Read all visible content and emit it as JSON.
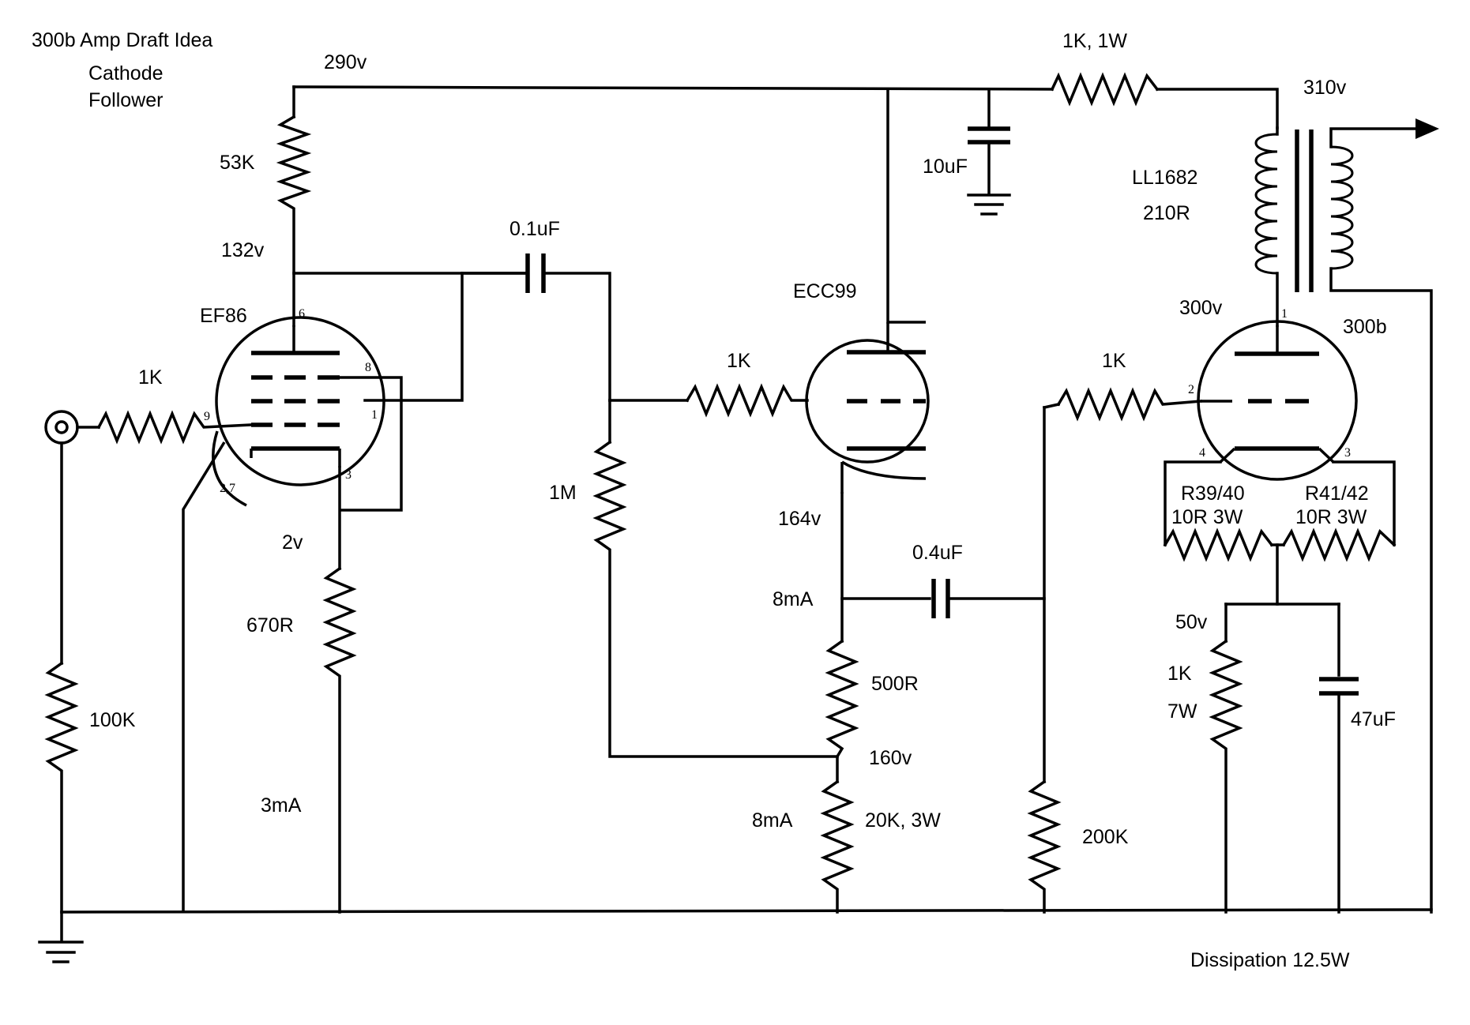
{
  "title_lines": [
    "300b Amp Draft Idea",
    "Cathode",
    "Follower"
  ],
  "tubes": {
    "ef86": "EF86",
    "ecc99": "ECC99",
    "t300b": "300b"
  },
  "transformer": {
    "name": "LL1682",
    "resistance": "210R"
  },
  "labels": {
    "v290": "290v",
    "v310": "310v",
    "v132": "132v",
    "v2": "2v",
    "v164": "164v",
    "v160": "160v",
    "v300": "300v",
    "v50": "50v",
    "ma3": "3mA",
    "ma8a": "8mA",
    "ma8b": "8mA"
  },
  "components": {
    "r53k": "53K",
    "r1k_in": "1K",
    "r100k": "100K",
    "r670": "670R",
    "c01": "0.1uF",
    "r1m": "1M",
    "r1k_grid2": "1K",
    "r500": "500R",
    "r20k": "20K, 3W",
    "c04": "0.4uF",
    "r200k": "200K",
    "r1k_grid3": "1K",
    "r1k1w": "1K, 1W",
    "c10": "10uF",
    "r39_name": "R39/40",
    "r39_val": "10R 3W",
    "r41_name": "R41/42",
    "r41_val": "10R 3W",
    "r1k7w_a": "1K",
    "r1k7w_b": "7W",
    "c47": "47uF"
  },
  "pins": {
    "ef86": [
      "6",
      "8",
      "9",
      "1",
      "3",
      "2,7"
    ],
    "t300b": [
      "1",
      "2",
      "4",
      "3"
    ]
  },
  "footer": "Dissipation 12.5W"
}
